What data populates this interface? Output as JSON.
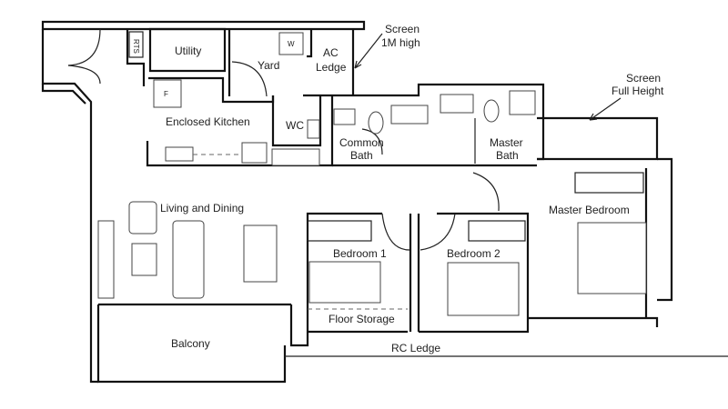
{
  "rooms": {
    "utility": "Utility",
    "yard": "Yard",
    "ac_ledge_1": "AC",
    "ac_ledge_2": "Ledge",
    "enclosed_kitchen": "Enclosed Kitchen",
    "wc": "WC",
    "common_bath_1": "Common",
    "common_bath_2": "Bath",
    "master_bath_1": "Master",
    "master_bath_2": "Bath",
    "living_dining": "Living and Dining",
    "bedroom1": "Bedroom 1",
    "bedroom2": "Bedroom 2",
    "master_bedroom": "Master Bedroom",
    "floor_storage": "Floor Storage",
    "balcony": "Balcony",
    "rc_ledge": "RC Ledge"
  },
  "annotations": {
    "screen_1m_1": "Screen",
    "screen_1m_2": "1M high",
    "screen_full_1": "Screen",
    "screen_full_2": "Full Height"
  },
  "fixtures": {
    "rts": "RTS",
    "washer": "W",
    "fridge": "F"
  }
}
